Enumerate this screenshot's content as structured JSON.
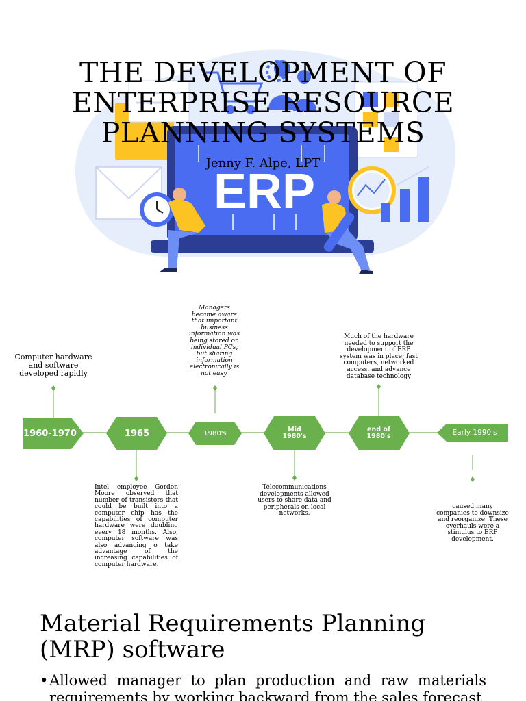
{
  "slide1": {
    "title": "THE DEVELOPMENT OF ENTERPRISE RESOURCE PLANNING SYSTEMS",
    "subtitle": "Jenny F. Alpe, LPT",
    "illustration_text": "ERP",
    "colors": {
      "blue": "#4a6cf0",
      "yellow": "#fdc322",
      "light_blue": "#e6edfb"
    }
  },
  "timeline": {
    "accent_color": "#6ab04c",
    "nodes": [
      {
        "label": "1960-1970",
        "note": "Computer hardware and software developed rapidly"
      },
      {
        "label": "1965",
        "note": "Intel employee Gordon Moore observed that number of transistors that could be built into a computer chip has the capabilities of computer hardware were doubling every 18 months. Also, computer software was also advancing o take advantage of the increasing capabilities of computer hardware."
      },
      {
        "label": "1980's",
        "note": "Managers became aware that important business information was being stored on individual PCs, but sharing information electronically is not easy."
      },
      {
        "label": "Mid 1980's",
        "note": "Telecommunications developments allowed users to share data and peripherals on local networks."
      },
      {
        "label": "end of 1980's",
        "note": "Much of the hardware needed to support the development of ERP system was in place; fast computers, networked access, and advance database technology"
      },
      {
        "label": "Early 1990's",
        "note": "caused many companies to downsize and reorganize. These overhauls were a stimulus to ERP development."
      }
    ]
  },
  "slide3": {
    "title": "Material Requirements Planning (MRP) software",
    "bullets": [
      "Allowed manager to plan production and raw materials requirements by working backward from the sales forecast"
    ]
  }
}
